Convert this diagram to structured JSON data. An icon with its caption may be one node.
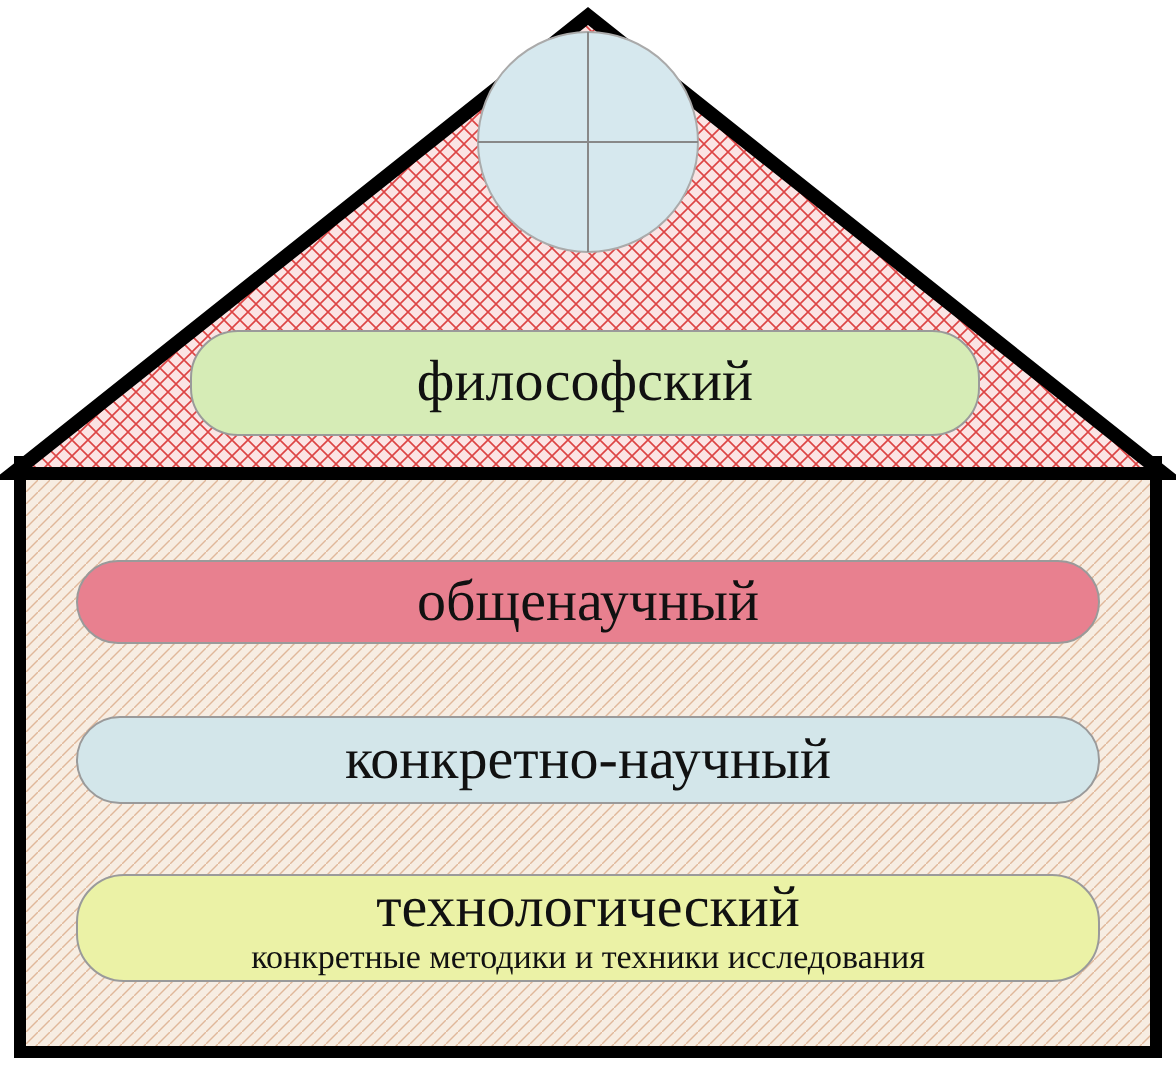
{
  "diagram": {
    "nodes": [
      {
        "text": [],
        "shape": "triangle"
      },
      {
        "text": [],
        "shape": "circle",
        "in": 0
      },
      {
        "text": [
          "философский"
        ],
        "in": 0
      },
      {
        "text": [],
        "shape": "box"
      },
      {
        "text": [
          "общенаучный"
        ],
        "in": 3
      },
      {
        "text": [
          "конкретно-научный"
        ],
        "in": 3
      },
      {
        "text": [
          "технологический",
          "конкретные методики и техники исследования"
        ],
        "in": 3
      }
    ]
  }
}
